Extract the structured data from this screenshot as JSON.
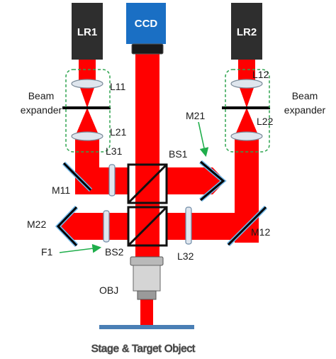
{
  "colors": {
    "beam": "#ff0000",
    "laser_body": "#2e2e2e",
    "ccd_body": "#1a6fc4",
    "cap": "#d8d8d8",
    "expander_outline": "#2ea44f",
    "annotation_arrow": "#1fae4b",
    "lens_fill": "#dfe6ee",
    "mirror_face": "#000000",
    "mirror_edge": "#6fb7e8",
    "stage": "#4a7fb5"
  },
  "components": {
    "laser_1": "LR1",
    "camera": "CCD",
    "laser_2": "LR2",
    "lens_11": "L11",
    "lens_21": "L21",
    "lens_31": "L31",
    "lens_12": "L12",
    "lens_22": "L22",
    "lens_32": "L32",
    "beam_splitter_1": "BS1",
    "beam_splitter_2": "BS2",
    "mirror_11": "M11",
    "mirror_12": "M12",
    "mirror_21": "M21",
    "mirror_22": "M22",
    "filter_1": "F1",
    "objective": "OBJ"
  },
  "expander_left": {
    "line1": "Beam",
    "line2": "expander"
  },
  "expander_right": {
    "line1": "Beam",
    "line2": "expander"
  },
  "caption": "Stage & Target Object"
}
